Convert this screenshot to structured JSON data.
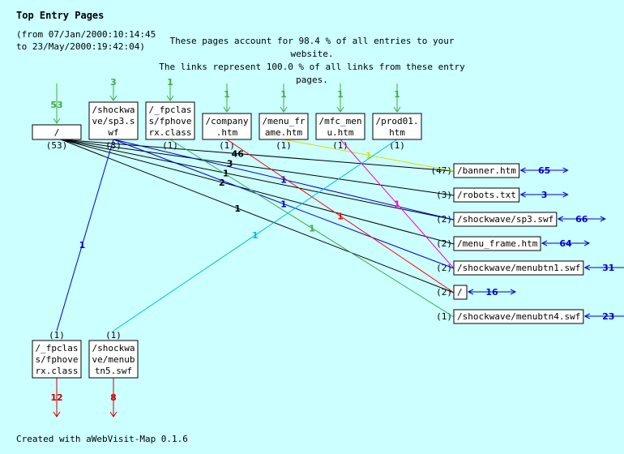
{
  "header": {
    "title": "Top Entry Pages",
    "range_line1": "(from 07/Jan/2000:10:14:45",
    "range_line2": "to 23/May/2000:19:42:04)",
    "summary_line1": "These pages account for 98.4 % of all entries to your website.",
    "summary_line2": "The links represent 100.0 % of all links from these entry pages."
  },
  "footer": {
    "text": "Created with aWebVisit-Map 0.1.6"
  },
  "colors": {
    "background": "#ccffff",
    "entry_arrow": "#44aa44",
    "exit_arrow": "#cc0000",
    "bidir_arrow": "#0000cc"
  },
  "entry_nodes": [
    {
      "id": "e1",
      "lines": [
        "/"
      ],
      "entries": "53",
      "count": "(53)"
    },
    {
      "id": "e2",
      "lines": [
        "/shockwa",
        "ve/sp3.s",
        "wf"
      ],
      "entries": "3",
      "count": "(3)"
    },
    {
      "id": "e3",
      "lines": [
        "/_fpclas",
        "s/fphove",
        "rx.class"
      ],
      "entries": "1",
      "count": "(1)"
    },
    {
      "id": "e4",
      "lines": [
        "/company",
        ".htm"
      ],
      "entries": "1",
      "count": "(1)"
    },
    {
      "id": "e5",
      "lines": [
        "/menu_fr",
        "ame.htm"
      ],
      "entries": "1",
      "count": "(1)"
    },
    {
      "id": "e6",
      "lines": [
        "/mfc_men",
        "u.htm"
      ],
      "entries": "1",
      "count": "(1)"
    },
    {
      "id": "e7",
      "lines": [
        "/prod01.",
        "htm"
      ],
      "entries": "1",
      "count": "(1)"
    }
  ],
  "target_nodes": [
    {
      "id": "t1",
      "label": "/banner.htm",
      "count": "(47)",
      "visits": "65"
    },
    {
      "id": "t2",
      "label": "/robots.txt",
      "count": "(3)",
      "visits": "3"
    },
    {
      "id": "t3",
      "label": "/shockwave/sp3.swf",
      "count": "(2)",
      "visits": "66"
    },
    {
      "id": "t4",
      "label": "/menu_frame.htm",
      "count": "(2)",
      "visits": "64"
    },
    {
      "id": "t5",
      "label": "/shockwave/menubtn1.swf",
      "count": "(2)",
      "visits": "31"
    },
    {
      "id": "t6",
      "label": "/",
      "count": "(2)",
      "visits": "16"
    },
    {
      "id": "t7",
      "label": "/shockwave/menubtn4.swf",
      "count": "(1)",
      "visits": "23"
    }
  ],
  "exit_nodes": [
    {
      "id": "x1",
      "lines": [
        "/_fpclas",
        "s/fphove",
        "rx.class"
      ],
      "count": "(1)",
      "exits": "12"
    },
    {
      "id": "x2",
      "lines": [
        "/shockwa",
        "ve/menub",
        "tn5.swf"
      ],
      "count": "(1)",
      "exits": "8"
    }
  ],
  "links": [
    {
      "from": "e1",
      "to": "t1",
      "label": "46",
      "color": "#000000"
    },
    {
      "from": "e1",
      "to": "t2",
      "label": "3",
      "color": "#000000"
    },
    {
      "from": "e1",
      "to": "t3",
      "label": "1",
      "color": "#000000"
    },
    {
      "from": "e1",
      "to": "t4",
      "label": "2",
      "color": "#000000"
    },
    {
      "from": "e1",
      "to": "t6",
      "label": "1",
      "color": "#000000"
    },
    {
      "from": "e2",
      "to": "t3",
      "label": "1",
      "color": "#0000cc"
    },
    {
      "from": "e2",
      "to": "t5",
      "label": "1",
      "color": "#0000cc"
    },
    {
      "from": "e2",
      "to": "x1",
      "label": "1",
      "color": "#0000cc"
    },
    {
      "from": "e3",
      "to": "t7",
      "label": "1",
      "color": "#44aa44"
    },
    {
      "from": "e4",
      "to": "t6",
      "label": "1",
      "color": "#ff0000"
    },
    {
      "from": "e5",
      "to": "t1",
      "label": "1",
      "color": "#dddd00"
    },
    {
      "from": "e6",
      "to": "t5",
      "label": "1",
      "color": "#ff00cc"
    },
    {
      "from": "e7",
      "to": "x2",
      "label": "1",
      "color": "#00bbdd"
    }
  ]
}
